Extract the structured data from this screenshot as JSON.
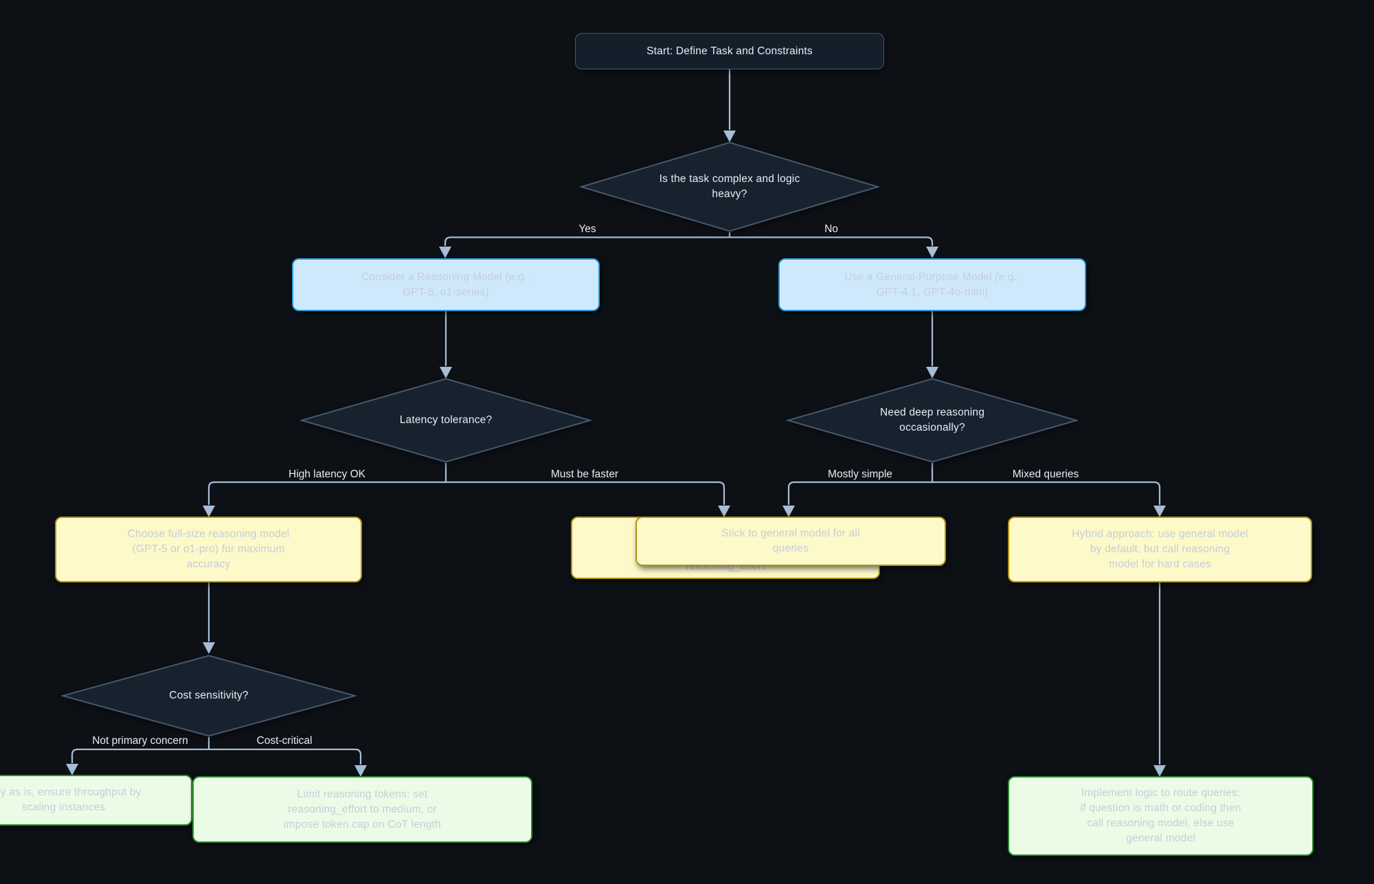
{
  "diagram": {
    "nodes": {
      "start": {
        "lines": [
          "Start: Define Task and Constraints"
        ]
      },
      "decision_complexity": {
        "lines": [
          "Is the task complex and logic",
          "heavy?"
        ]
      },
      "reasoning_model": {
        "lines": [
          "Consider a Reasoning Model (e.g.,",
          "GPT-5, o1-series)"
        ]
      },
      "general_model": {
        "lines": [
          "Use a General-Purpose Model (e.g.,",
          "GPT-4.1, GPT-4o-mini)"
        ]
      },
      "decision_latency": {
        "lines": [
          "Latency tolerance?"
        ]
      },
      "decision_deep_reasoning": {
        "lines": [
          "Need deep reasoning",
          "occasionally?"
        ]
      },
      "full_size_model": {
        "lines": [
          "Choose full-size reasoning model",
          "(GPT-5 or o1-pro) for maximum",
          "accuracy"
        ]
      },
      "occluded_box": {
        "lines": [
          "reasoning_effort"
        ]
      },
      "stick_general": {
        "lines": [
          "Stick to general model for all",
          "queries"
        ]
      },
      "hybrid": {
        "lines": [
          "Hybrid approach: use general model",
          "by default, but call reasoning",
          "model for hard cases"
        ]
      },
      "decision_cost": {
        "lines": [
          "Cost sensitivity?"
        ]
      },
      "deploy_as_is": {
        "lines": [
          "ploy as is, ensure throughput by",
          "scaling instances"
        ]
      },
      "limit_tokens": {
        "lines": [
          "Limit reasoning tokens: set",
          "reasoning_effort to medium, or",
          "impose token cap on CoT length"
        ]
      },
      "route_queries": {
        "lines": [
          "Implement logic to route queries:",
          "if question is math or coding then",
          "call reasoning model, else use",
          "general model"
        ]
      }
    },
    "edge_labels": {
      "yes": "Yes",
      "no": "No",
      "high_latency": "High latency OK",
      "must_be_faster": "Must be faster",
      "mostly_simple": "Mostly simple",
      "mixed_queries": "Mixed queries",
      "not_primary": "Not primary concern",
      "cost_critical": "Cost-critical"
    },
    "colors": {
      "background": "#0d1015",
      "edge": "#a7bdd6",
      "dark_node_fill": "#18222f",
      "dark_node_border": "#46586c",
      "blue_fill": "#cfe9fc",
      "blue_border": "#2d9bd7",
      "yellow_fill": "#fdf9c8",
      "yellow_border": "#b3910f",
      "green_fill": "#eafce6",
      "green_border": "#2c8c31",
      "dark_node_text": "#e9edf3",
      "light_node_text": "#c6cdda"
    }
  }
}
